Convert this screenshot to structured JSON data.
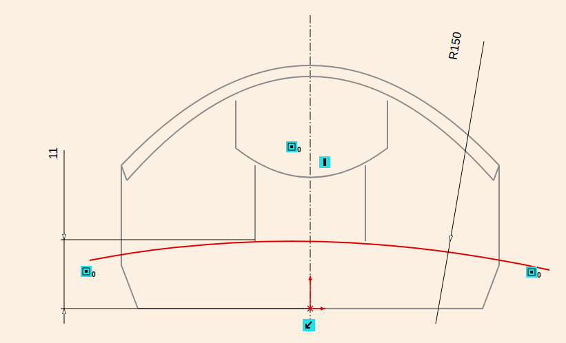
{
  "diagram": {
    "labels": [
      "11",
      "R150",
      "0",
      "0",
      "0"
    ]
  }
}
